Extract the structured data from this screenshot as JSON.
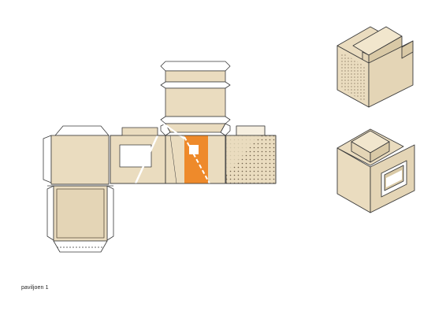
{
  "caption": "paviljoen 1",
  "colors": {
    "cardboard": "#eadcbf",
    "cardboard_dark": "#d9c9a6",
    "cardboard_side": "#e4d5b6",
    "outline": "#3a3a3a",
    "accent_orange": "#ee8a2b",
    "fold_line": "#ffffff",
    "perforation": "#7a6a52"
  },
  "views": [
    "net-unfolded",
    "isometric-perforated-cube",
    "isometric-window-cube"
  ]
}
